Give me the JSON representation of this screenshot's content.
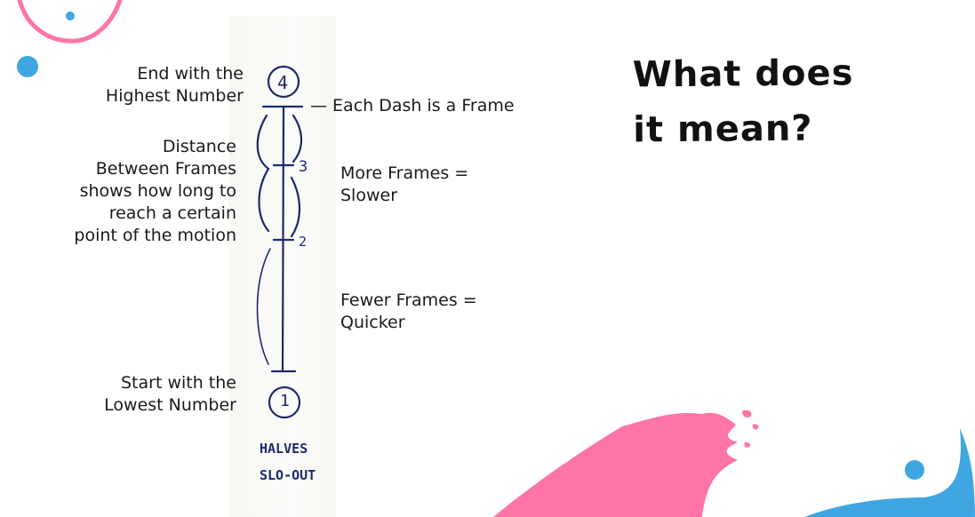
{
  "heading": {
    "line1": "What does",
    "line2": "it mean?"
  },
  "labels": {
    "end": [
      "End with the",
      "Highest Number"
    ],
    "dash": "— Each Dash is a Frame",
    "distance": [
      "Distance",
      "Between Frames",
      "shows how long to",
      "reach a certain",
      "point of the motion"
    ],
    "more_frames": [
      "More Frames =",
      "Slower"
    ],
    "fewer_frames": [
      "Fewer Frames =",
      "Quicker"
    ],
    "start": [
      "Start with the",
      "Lowest Number"
    ]
  },
  "sketch": {
    "frame_numbers": [
      "4",
      "3",
      "2",
      "1"
    ],
    "caption": [
      "HALVES",
      "SLO-OUT"
    ]
  },
  "colors": {
    "pink": "#ff74a8",
    "blue": "#3fa6e2",
    "ink": "#1c2a6b"
  }
}
